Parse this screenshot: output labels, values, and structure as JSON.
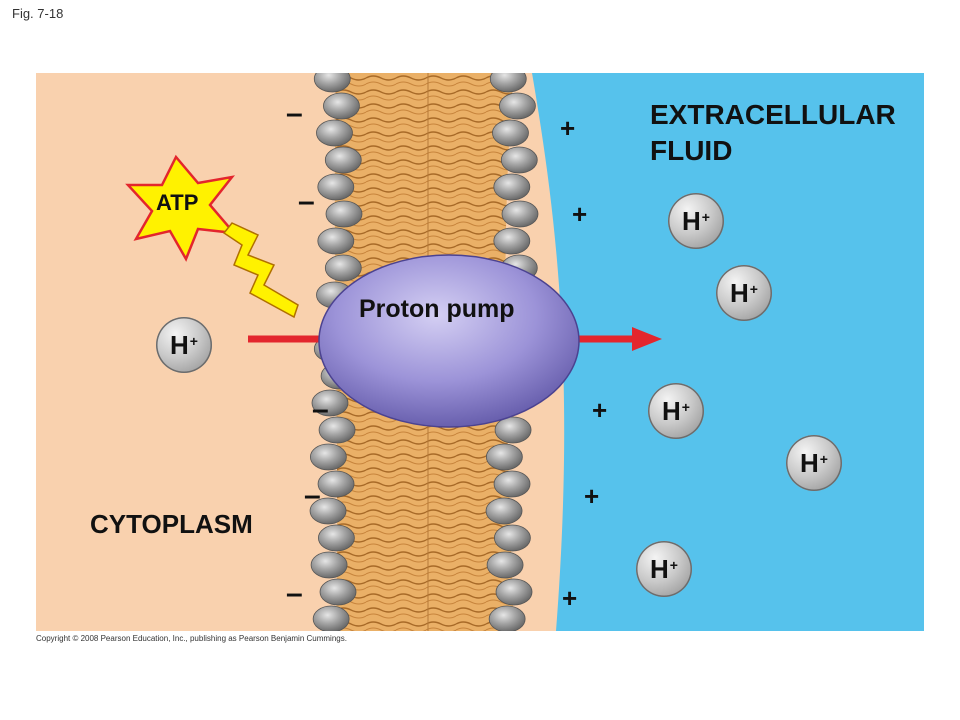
{
  "figure": {
    "label": "Fig. 7-18"
  },
  "regions": {
    "extracellular": "EXTRACELLULAR\nFLUID",
    "cytoplasm": "CYTOPLASM"
  },
  "labels": {
    "atp": "ATP",
    "pump": "Proton pump",
    "ion": "H",
    "ion_charge": "+",
    "minus": "–",
    "plus": "+"
  },
  "copyright": "Copyright © 2008 Pearson Education, Inc., publishing as Pearson Benjamin Cummings.",
  "colors": {
    "cytoplasm": "#f9d1ae",
    "extracellular": "#56c2ec",
    "membrane_tail": "#e8ab63",
    "head": "#9a9a9a",
    "pump": "#9a91d4",
    "arrow": "#e3262d",
    "atp": "#fff200"
  }
}
